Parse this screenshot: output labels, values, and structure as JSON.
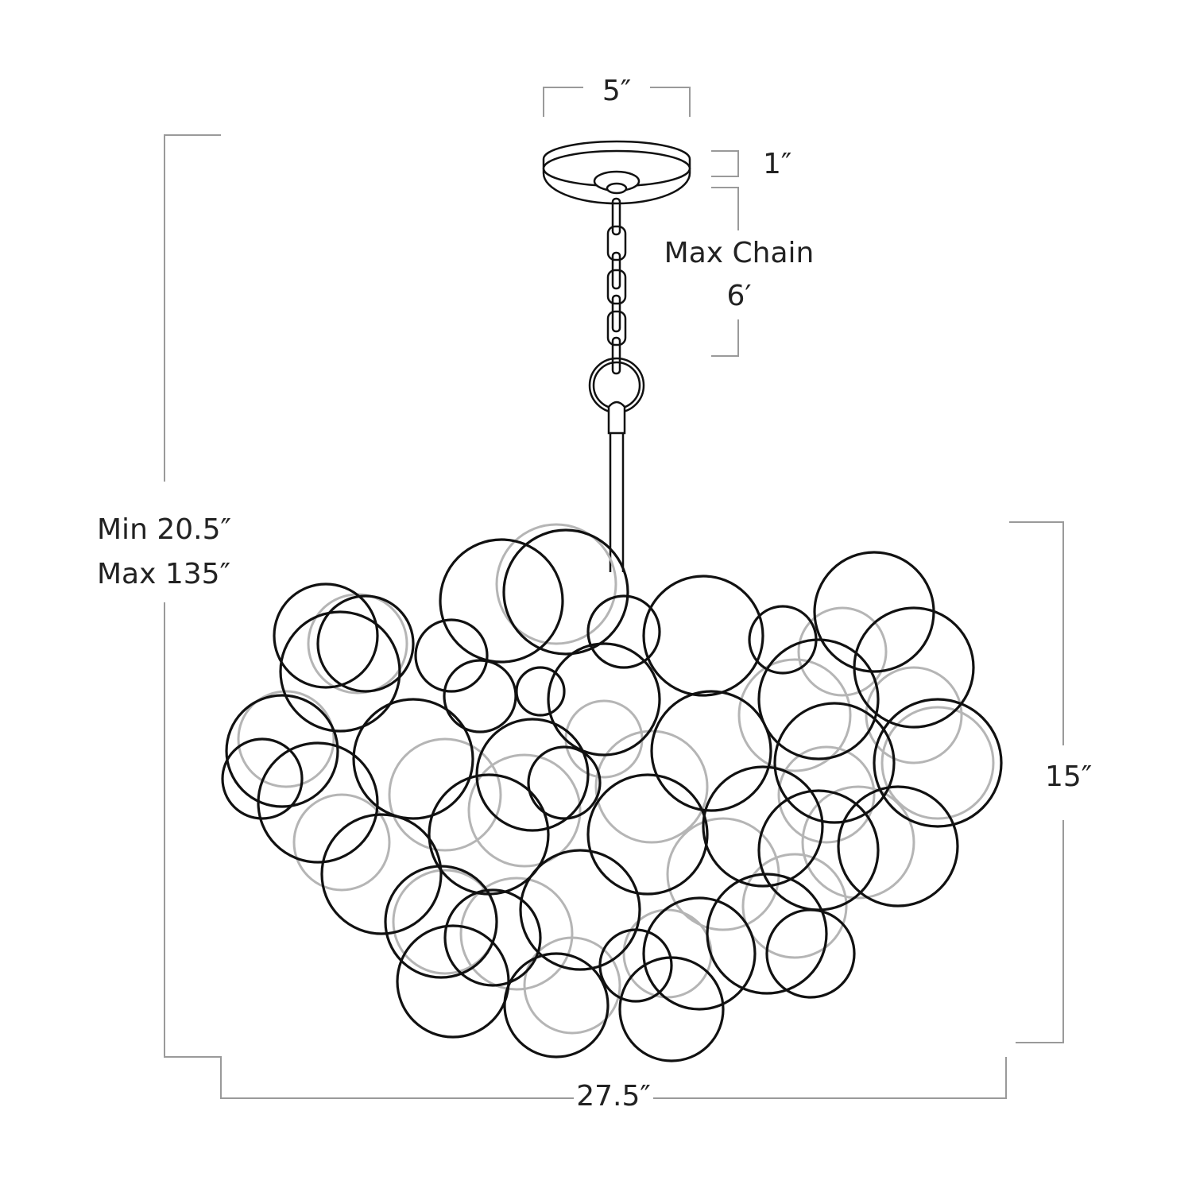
{
  "dimensions": {
    "canopy_width": "5″",
    "canopy_height": "1″",
    "max_chain_label": "Max Chain",
    "max_chain_value": "6′",
    "overall_height_min": "Min 20.5″",
    "overall_height_max": "Max 135″",
    "body_height": "15″",
    "body_width": "27.5″"
  },
  "colors": {
    "line": "#111111",
    "dimension_line": "#9a9a9a",
    "back_bubble": "#b5b5b5"
  }
}
